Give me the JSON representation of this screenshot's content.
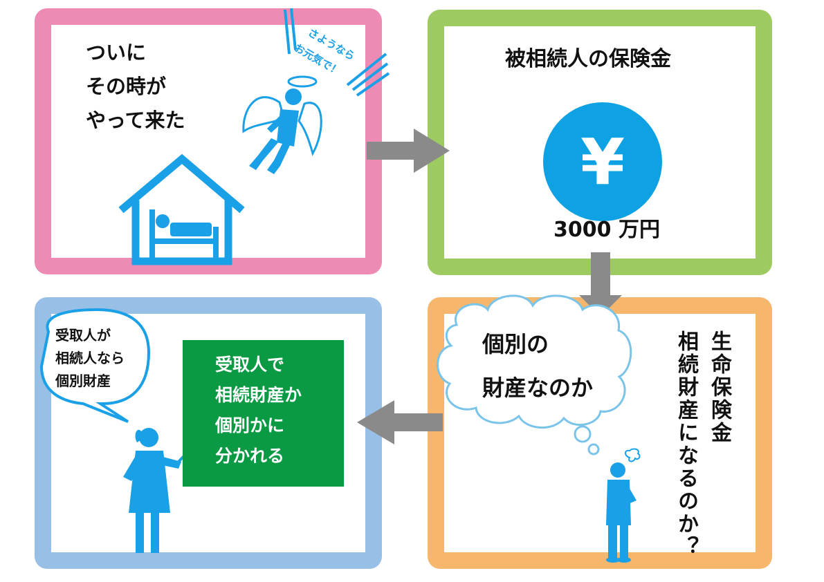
{
  "panel1": {
    "lines": [
      "ついに",
      "その時が",
      "やって来た"
    ],
    "angel_speech": [
      "さようなら",
      "お元気で！"
    ],
    "icons": [
      "house-icon",
      "bed-patient-icon",
      "angel-icon"
    ]
  },
  "panel2": {
    "title": "被相続人の保険金",
    "currency_symbol": "¥",
    "amount": "3000 万円",
    "colors": {
      "coin": "#0ea1e3"
    }
  },
  "panel3": {
    "speech_lines": [
      "受取人が",
      "相続人なら",
      "個別財産"
    ],
    "box_lines": [
      "受取人で",
      "相続財産か",
      "個別かに",
      "分かれる"
    ],
    "colors": {
      "box": "#0a9a44"
    },
    "icons": [
      "teacher-woman-icon",
      "pointer-stick-icon"
    ]
  },
  "panel4": {
    "thought_lines": [
      "個別の",
      "財産なのか"
    ],
    "vertical_lines": [
      "生命保険金",
      "相続財産になるのか？"
    ],
    "icons": [
      "thinking-man-icon",
      "thought-cloud-icon"
    ]
  },
  "colors": {
    "panel1_border": "#ee8bb4",
    "panel2_border": "#9dcb62",
    "panel3_border": "#98bfe6",
    "panel4_border": "#f6b76d",
    "figure_blue": "#1aa0e6",
    "arrow_gray": "#8a8a8a"
  }
}
